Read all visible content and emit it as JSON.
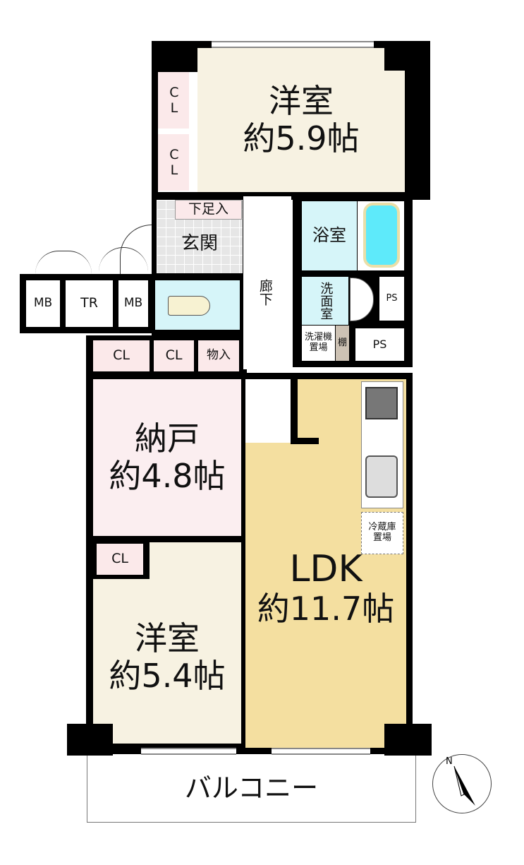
{
  "rooms": {
    "western_top": {
      "name": "洋室",
      "size": "約5.9帖"
    },
    "western_bottom": {
      "name": "洋室",
      "size": "約5.4帖"
    },
    "storage_room": {
      "name": "納戸",
      "size": "約4.8帖"
    },
    "ldk": {
      "name": "LDK",
      "size": "約11.7帖"
    },
    "entrance": "玄関",
    "shoe_box": "下足入",
    "bath": "浴室",
    "washroom": "洗面室",
    "laundry": "洗濯機置場",
    "shelf": "棚",
    "hallway": "廊下",
    "storage": "物入",
    "fridge": "冷蔵庫置場",
    "balcony": "バルコニー"
  },
  "labels": {
    "cl": "CL",
    "mb": "MB",
    "tr": "TR",
    "ps": "PS"
  },
  "compass": {
    "north": "N"
  },
  "colors": {
    "western": "#f7f2e2",
    "closet": "#fbe9ea",
    "ldk": "#f4dfa0",
    "wet": "#d6f5f9",
    "entrance": "#e6e6e6"
  }
}
